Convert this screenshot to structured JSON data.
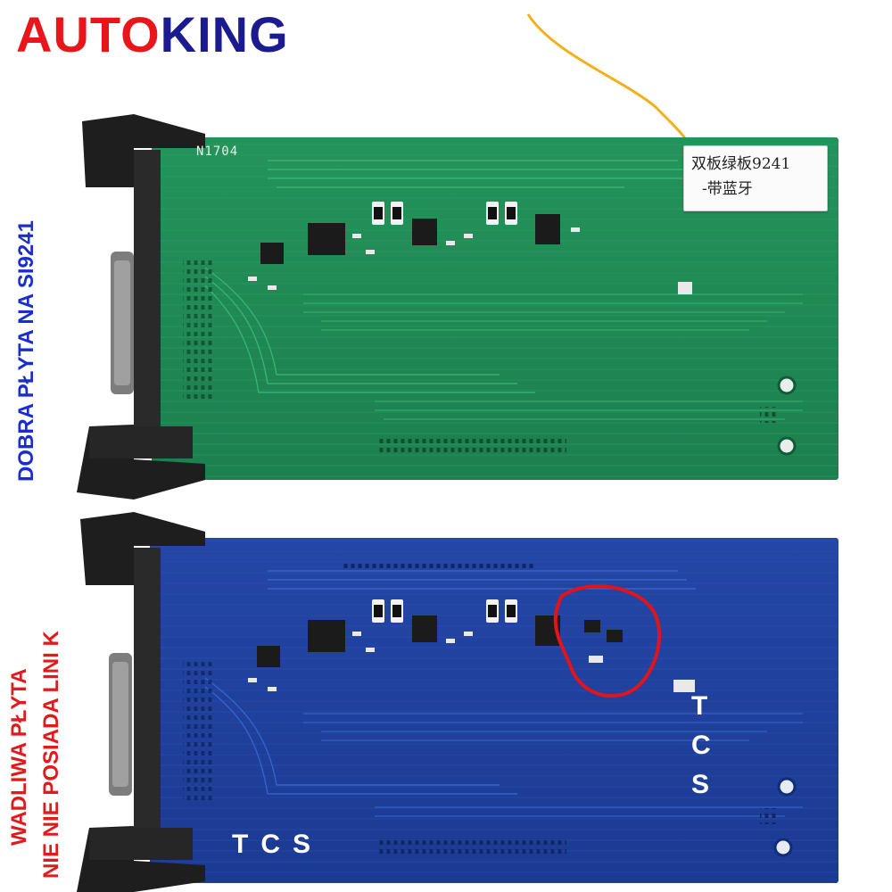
{
  "brand": {
    "part1": "AUTO",
    "part2": "KING"
  },
  "labels": {
    "good_board": "DOBRA PŁYTA NA SI9241",
    "bad_board_line1": "WADLIWA PŁYTA",
    "bad_board_line2": "NIE NIE POSIADA LINI K"
  },
  "green_board": {
    "code": "N1704",
    "sticker_line1": "双板绿板9241",
    "sticker_line2": "-带蓝牙"
  },
  "blue_board": {
    "tcs_right": [
      "T",
      "C",
      "S"
    ],
    "tcs_bottom": "TCS"
  },
  "colors": {
    "brand_red": "#e8161b",
    "brand_blue": "#1b1a8f",
    "green_pcb": "#1f8a55",
    "blue_pcb": "#1f3f9e",
    "highlight_circle": "#e0141b"
  }
}
